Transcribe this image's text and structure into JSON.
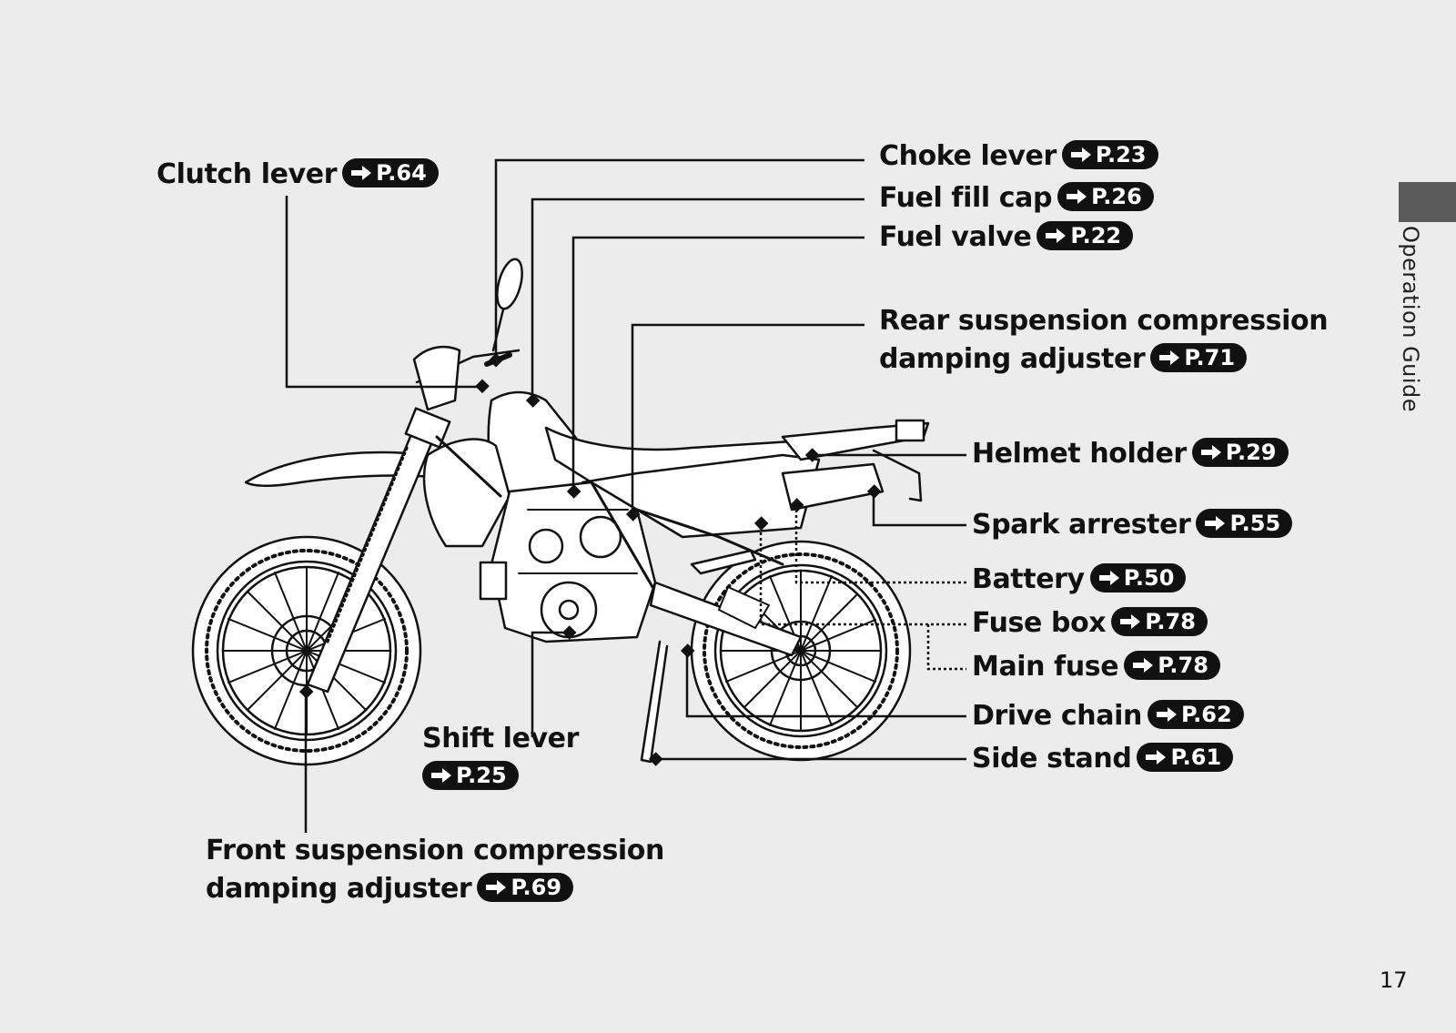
{
  "page": {
    "section_title": "Operation Guide",
    "page_number": "17"
  },
  "callouts": {
    "clutch_lever": {
      "label": "Clutch lever",
      "ref": "P.64"
    },
    "choke_lever": {
      "label": "Choke lever",
      "ref": "P.23"
    },
    "fuel_fill_cap": {
      "label": "Fuel fill cap",
      "ref": "P.26"
    },
    "fuel_valve": {
      "label": "Fuel valve",
      "ref": "P.22"
    },
    "rear_suspension": {
      "label_line1": "Rear suspension compression",
      "label_line2": "damping adjuster",
      "ref": "P.71"
    },
    "helmet_holder": {
      "label": "Helmet holder",
      "ref": "P.29"
    },
    "spark_arrester": {
      "label": "Spark arrester",
      "ref": "P.55"
    },
    "battery": {
      "label": "Battery",
      "ref": "P.50"
    },
    "fuse_box": {
      "label": "Fuse box",
      "ref": "P.78"
    },
    "main_fuse": {
      "label": "Main fuse",
      "ref": "P.78"
    },
    "drive_chain": {
      "label": "Drive chain",
      "ref": "P.62"
    },
    "side_stand": {
      "label": "Side stand",
      "ref": "P.61"
    },
    "shift_lever": {
      "label": "Shift lever",
      "ref": "P.25"
    },
    "front_suspension": {
      "label_line1": "Front suspension compression",
      "label_line2": "damping adjuster",
      "ref": "P.69"
    }
  },
  "icons": {
    "page_ref_arrow": "right-arrow-icon",
    "motorcycle": "motorcycle-illustration"
  },
  "colors": {
    "background": "#ececec",
    "ink": "#111111",
    "tab": "#5a5a5a"
  }
}
